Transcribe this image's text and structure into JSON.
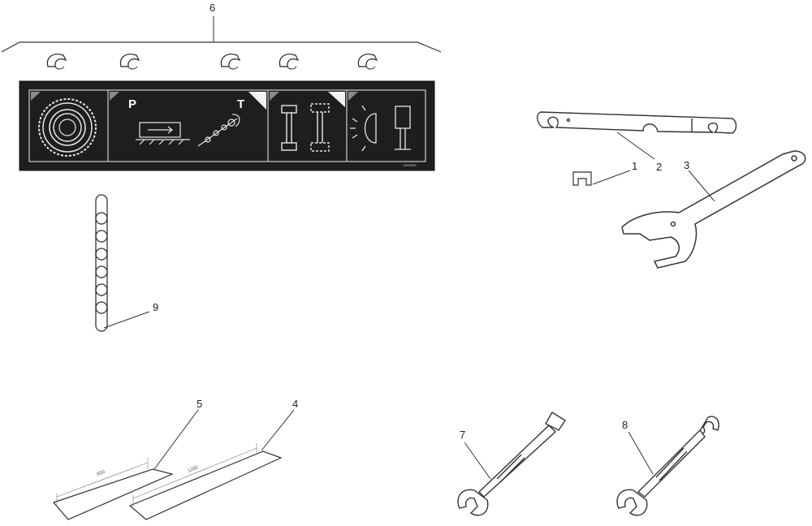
{
  "callouts": {
    "n1": "1",
    "n2": "2",
    "n3": "3",
    "n4": "4",
    "n5": "5",
    "n6": "6",
    "n7": "7",
    "n8": "8",
    "n9": "9"
  },
  "decal_panel": {
    "letter_p": "P",
    "letter_t": "T",
    "corner_code": "0000000"
  },
  "strips": {
    "short_dim": "600",
    "long_dim": "1200"
  },
  "icons": [
    "tyre-icon",
    "parking-brake-icon",
    "towing-icon",
    "axle-icon",
    "light-icon",
    "clip-icon",
    "chain-icon",
    "wrench-icon",
    "spanner-icon"
  ],
  "colors": {
    "panel_bg": "#1e1e1e",
    "line": "#333333",
    "paper": "#ffffff"
  }
}
